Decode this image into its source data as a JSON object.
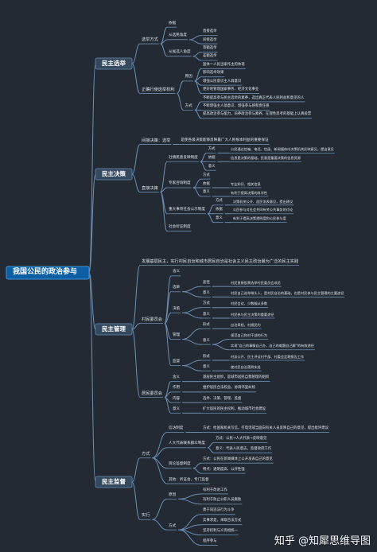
{
  "watermark": "知乎 @知犀思维导图",
  "root": "我国公民的政治参与",
  "branches": [
    {
      "label": "民主选举",
      "children": [
        {
          "label": "选举方式",
          "children": [
            {
              "label": "依据"
            },
            {
              "label": "从选民角度",
              "children": [
                {
                  "label": "直接选举"
                },
                {
                  "label": "间接选举"
                }
              ]
            },
            {
              "label": "从候选人角度",
              "children": [
                {
                  "label": "等额选举"
                },
                {
                  "label": "差额选举"
                }
              ]
            }
          ]
        },
        {
          "label": "正确行使选举权利",
          "children": [
            {
              "label": "原因",
              "children": [
                {
                  "label": "国体＝人民当家作主的体现"
                },
                {
                  "label": "影响选举效果"
                },
                {
                  "label": "增强公民意识主人翁意识"
                },
                {
                  "label": "更好地管理国家事务、经济文化事业"
                }
              ]
            },
            {
              "label": "方式",
              "children": [
                {
                  "label": "不断提高参与民主选举的素养，选出真正代表人民利益和意见的人"
                },
                {
                  "label": "不断增强主人翁意识、增强参与感和责任感"
                },
                {
                  "label": "提高政治参与能力，培养政治参与素养，在理性思考的基础上认真投票"
                }
              ]
            }
          ]
        }
      ]
    },
    {
      "label": "民主决策",
      "children": [
        {
          "label": "间接决策：选举",
          "children": [
            {
              "label": "是使各级决策能够反映最广大人民根本利益的重要保证"
            }
          ]
        },
        {
          "label": "直接决策",
          "children": [
            {
              "label": "社情民意反映制度",
              "children": [
                {
                  "label": "方式",
                  "children": [
                    {
                      "label": "公民通过信箱、电话、信函、新闻媒体向决策机关反映意见，提出意见"
                    }
                  ]
                },
                {
                  "label": "依据",
                  "children": [
                    {
                      "label": "信息是决策的基础，民意是重要决策的信息资源"
                    }
                  ]
                },
                {
                  "label": "意义"
                }
              ]
            },
            {
              "label": "专家咨询制度",
              "children": [
                {
                  "label": "方式"
                },
                {
                  "label": "依据",
                  "children": [
                    {
                      "label": "专业知识、相关信息"
                    }
                  ]
                },
                {
                  "label": "意义",
                  "children": [
                    {
                      "label": "有利于提高决策的科学性"
                    }
                  ]
                }
              ]
            },
            {
              "label": "重大事项社会公示制度",
              "children": [
                {
                  "label": "方式",
                  "children": [
                    {
                      "label": "决策机关公开、居民发表意见，提出建议"
                    }
                  ]
                },
                {
                  "label": "依据",
                  "children": [
                    {
                      "label": "公民参与对社会共同有关公共事务的讨论"
                    }
                  ]
                },
                {
                  "label": "意义",
                  "children": [
                    {
                      "label": "有利于提高决策透明度和公民参与度"
                    }
                  ]
                }
              ]
            },
            {
              "label": "社会听证制度"
            }
          ]
        }
      ]
    },
    {
      "label": "民主管理",
      "children": [
        {
          "label": "发展基层民主，实行村民自治和城市居民自治是社会主义民主政治最为广泛的民主实践"
        },
        {
          "label": "村民委员会",
          "children": [
            {
              "label": "含义"
            },
            {
              "label": "选举",
              "children": [
                {
                  "label": "途径",
                  "children": [
                    {
                      "label": "村民直接投票选举村民委员会成员"
                    }
                  ]
                },
                {
                  "label": "意义",
                  "children": [
                    {
                      "label": "村民自己选举带头人，是村民自治的基础，也是村民参与民主管理的主要途径"
                    }
                  ]
                }
              ]
            },
            {
              "label": "决策",
              "children": [
                {
                  "label": "方式",
                  "children": [
                    {
                      "label": "村民会议、少数服从多数"
                    }
                  ]
                },
                {
                  "label": "意义",
                  "children": [
                    {
                      "label": "村民参与民主决策的重要途径"
                    }
                  ]
                }
              ]
            },
            {
              "label": "管理",
              "children": [
                {
                  "label": "形式",
                  "children": [
                    {
                      "label": "自治章程，村规民约"
                    }
                  ]
                },
                {
                  "label": "意义",
                  "children": [
                    {
                      "label": "规范自己和村干部的行为"
                    },
                    {
                      "label": "实现“自己的事情自己办，自己的难题自己解”的有效途径"
                    }
                  ]
                }
              ]
            },
            {
              "label": "监督",
              "children": [
                {
                  "label": "形式",
                  "children": [
                    {
                      "label": "村务公开、民主评议村干部、村委会定期报告工作"
                    }
                  ]
                },
                {
                  "label": "意义",
                  "children": [
                    {
                      "label": "使村民自治落到实处"
                    }
                  ]
                }
              ]
            }
          ]
        },
        {
          "label": "居民委员会",
          "children": [
            {
              "label": "含义",
              "children": [
                {
                  "label": "基层民主组织，是城市居民自我管理的组织"
                }
              ]
            },
            {
              "label": "作用",
              "children": [
                {
                  "label": "维护居民合法权益，协调邻里纠纷"
                }
              ]
            },
            {
              "label": "内容",
              "children": [
                {
                  "label": "选举、决策、管理、监督"
                }
              ]
            },
            {
              "label": "意义",
              "children": [
                {
                  "label": "扩大居民的民主权利，推动城市社会建设"
                }
              ]
            }
          ]
        }
      ]
    },
    {
      "label": "民主监督",
      "children": [
        {
          "label": "方式",
          "children": [
            {
              "label": "信访制度",
              "children": [
                {
                  "label": "方式：给国家机关写信，打电话或当面向有关人员反映自己的意见，提出批评建议"
                }
              ]
            },
            {
              "label": "人大代表联系群众制度",
              "children": [
                {
                  "label": "方式：公民→人大代表→反映意见"
                },
                {
                  "label": "意义：代表人民意志，监督政府工作"
                }
              ]
            },
            {
              "label": "舆论监督制度",
              "children": [
                {
                  "label": "方式：公民在新闻媒体上公开发表自己的意见"
                },
                {
                  "label": "特点：透明度高、公开性强"
                }
              ]
            },
            {
              "label": "其他：听证会，专门监督"
            }
          ]
        },
        {
          "label": "实行",
          "children": [
            {
              "label": "原因",
              "children": [
                {
                  "label": "有利于改进工作"
                },
                {
                  "label": "有利于防止公职人员腐败"
                }
              ]
            },
            {
              "label": "方式",
              "children": [
                {
                  "label": "勇于同违法行为斗争"
                },
                {
                  "label": "实事求是，采取合法方式"
                },
                {
                  "label": "坚持权利与义务相统一"
                },
                {
                  "label": "程序参与"
                }
              ]
            }
          ]
        }
      ]
    }
  ]
}
